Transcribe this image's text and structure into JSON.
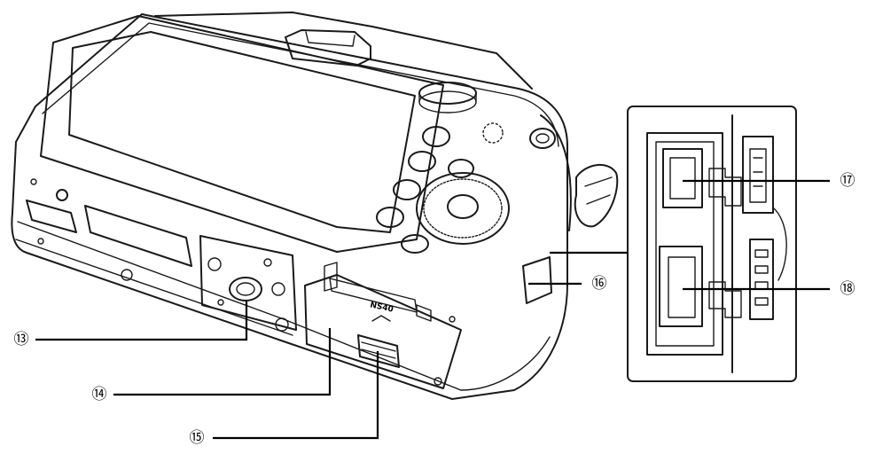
{
  "callouts": [
    {
      "id": "13",
      "label": "⑬"
    },
    {
      "id": "14",
      "label": "⑭"
    },
    {
      "id": "15",
      "label": "⑮"
    },
    {
      "id": "16",
      "label": "⑯"
    },
    {
      "id": "17",
      "label": "⑰"
    },
    {
      "id": "18",
      "label": "⑱"
    }
  ],
  "battery_door_marking": "NS40"
}
